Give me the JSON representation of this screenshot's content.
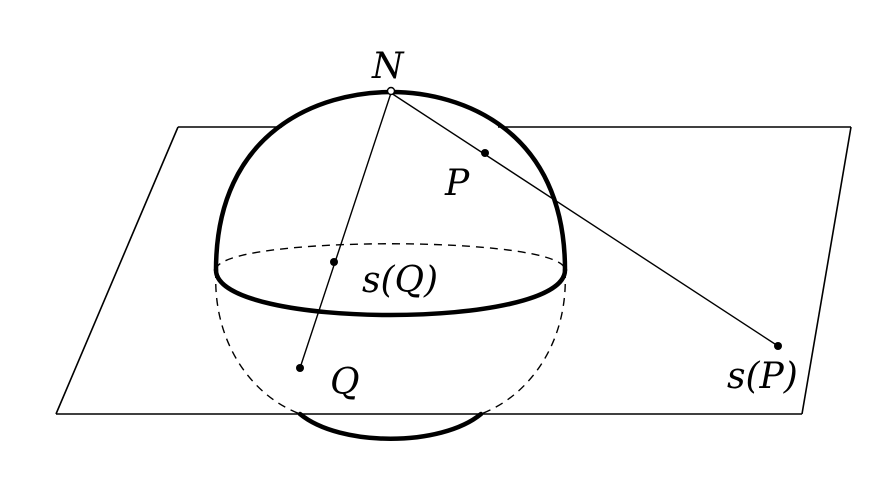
{
  "labels": {
    "north": "N",
    "point_p": "P",
    "image_q": "s(Q)",
    "point_q": "Q",
    "image_p": "s(P)"
  },
  "colors": {
    "ink": "#000000",
    "background": "#ffffff"
  }
}
